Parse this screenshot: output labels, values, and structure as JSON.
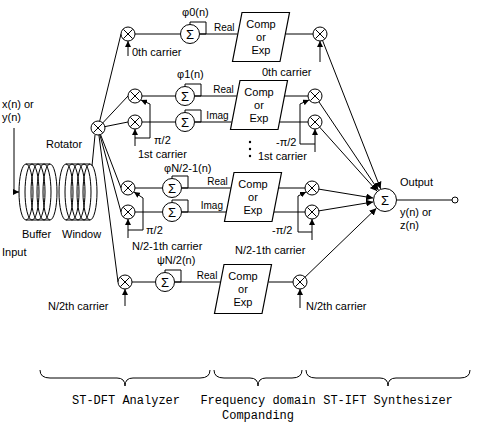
{
  "diagram": {
    "nodes": [
      {
        "text": [
          "Σ"
        ]
      },
      {
        "text": [
          "Comp or Exp"
        ]
      },
      {
        "text": [
          "Σ"
        ]
      },
      {
        "text": [
          "Σ"
        ]
      },
      {
        "text": [
          "Comp or Exp"
        ]
      },
      {
        "text": [
          "Σ"
        ]
      },
      {
        "text": [
          "Σ"
        ]
      },
      {
        "text": [
          "Comp or Exp"
        ]
      },
      {
        "text": [
          "Σ"
        ]
      },
      {
        "text": [
          "Comp or Exp"
        ]
      },
      {
        "text": [
          "Σ"
        ]
      }
    ],
    "edges": [
      {
        "from": 0,
        "to": 1,
        "arrow": "none",
        "label": "Real"
      },
      {
        "from": 2,
        "to": 4,
        "arrow": "none",
        "label": "Real"
      },
      {
        "from": 3,
        "to": 4,
        "arrow": "none",
        "label": "Imag"
      },
      {
        "from": 5,
        "to": 7,
        "arrow": "none",
        "label": "Real"
      },
      {
        "from": 6,
        "to": 7,
        "arrow": "none",
        "label": "Imag"
      },
      {
        "from": 8,
        "to": 9,
        "arrow": "none",
        "label": "Real"
      },
      {
        "from": 1,
        "to": 10,
        "arrow": "to"
      },
      {
        "from": 4,
        "to": 10,
        "arrow": "to"
      },
      {
        "from": 4,
        "to": 10,
        "arrow": "to"
      },
      {
        "from": 7,
        "to": 10,
        "arrow": "to"
      },
      {
        "from": 7,
        "to": 10,
        "arrow": "to"
      },
      {
        "from": 9,
        "to": 10,
        "arrow": "to"
      }
    ],
    "labels": [
      "x(n) or y(n)",
      "Input",
      "Buffer",
      "Window",
      "Rotator",
      "0th carrier",
      "φ0(n)",
      "π/2",
      "1st carrier",
      "φ1(n)",
      "π/2",
      "N/2-1th carrier",
      "φN/2-1(n)",
      "N/2th carrier",
      "ψN/2(n)",
      "0th carrier",
      "-π/2",
      "1st carrier",
      "-π/2",
      "N/2-1th carrier",
      "N/2th carrier",
      "Output",
      "y(n) or z(n)",
      "ST-DFT Analyzer",
      "Frequency domain Companding",
      "ST-IFT Synthesizer"
    ]
  }
}
